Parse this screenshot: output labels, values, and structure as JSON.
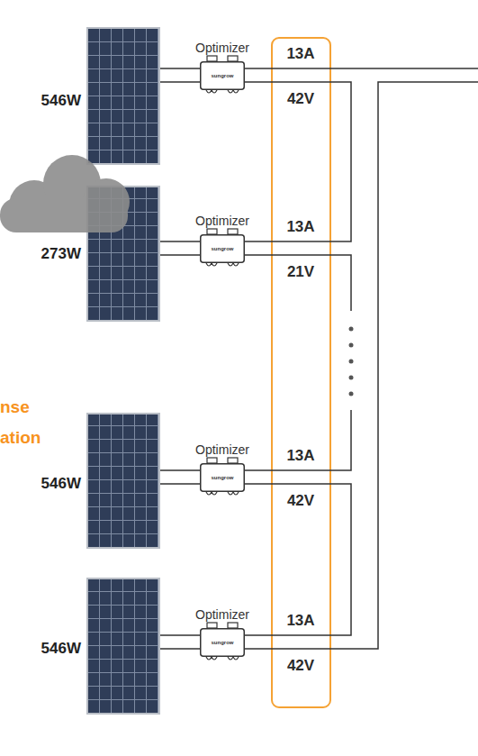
{
  "diagram": {
    "nodes": [
      {
        "text": [
          "546W"
        ]
      },
      {
        "text": [
          "Optimizer",
          "sungrow"
        ]
      },
      {
        "text": [
          "273W"
        ]
      },
      {
        "text": [
          "Optimizer",
          "sungrow"
        ]
      },
      {
        "text": [
          "546W"
        ]
      },
      {
        "text": [
          "Optimizer",
          "sungrow"
        ]
      },
      {
        "text": [
          "546W"
        ]
      },
      {
        "text": [
          "Optimizer",
          "sungrow"
        ]
      }
    ],
    "edges": [
      {
        "from": 0,
        "to": 1,
        "arrow": "none"
      },
      {
        "from": 2,
        "to": 3,
        "arrow": "none"
      },
      {
        "from": 4,
        "to": 5,
        "arrow": "none"
      },
      {
        "from": 6,
        "to": 7,
        "arrow": "none"
      },
      {
        "from": 1,
        "to": 3,
        "arrow": "none"
      },
      {
        "from": 5,
        "to": 7,
        "arrow": "none"
      }
    ],
    "labels": [
      "nse",
      "ation",
      "13A",
      "42V",
      "13A",
      "21V",
      "13A",
      "42V",
      "13A",
      "42V"
    ]
  }
}
